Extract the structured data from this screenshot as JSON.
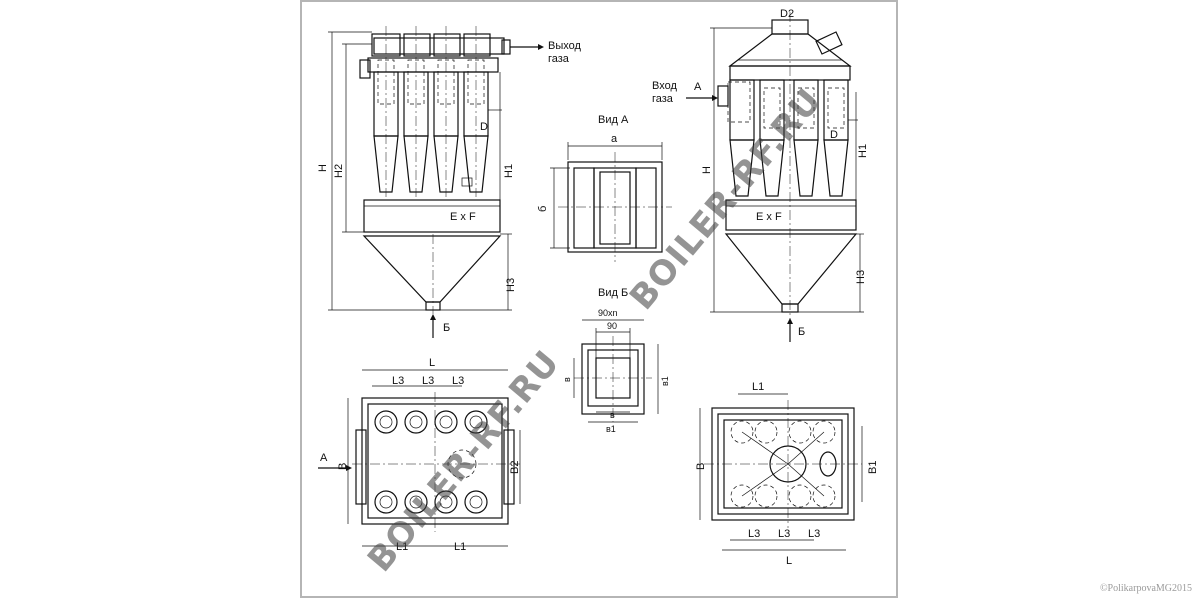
{
  "labels": {
    "gas_outlet_1": "Выход",
    "gas_outlet_2": "газа",
    "gas_inlet_1": "Вход",
    "gas_inlet_2": "газа",
    "view_a": "Вид А",
    "view_b": "Вид Б",
    "arrow_a": "А",
    "arrow_b": "Б",
    "dim_H": "H",
    "dim_H1": "H1",
    "dim_H2": "H2",
    "dim_H3": "H3",
    "dim_D": "D",
    "dim_D2": "D2",
    "dim_ExF": "E x F",
    "dim_a": "а",
    "dim_b": "б",
    "dim_90xn": "90xn",
    "dim_90": "90",
    "dim_v": "в",
    "dim_v1": "в1",
    "dim_L": "L",
    "dim_L1": "L1",
    "dim_L3": "L3",
    "dim_B": "B",
    "dim_B1": "B1",
    "dim_B2": "B2"
  },
  "watermark": "BOILER-RF.RU",
  "copyright": "©PolikarpovaMG2015",
  "colors": {
    "border": "#b5b5b5",
    "line": "#111111",
    "watermark": "#3c3c3c",
    "copyright": "#9a9a9a"
  }
}
